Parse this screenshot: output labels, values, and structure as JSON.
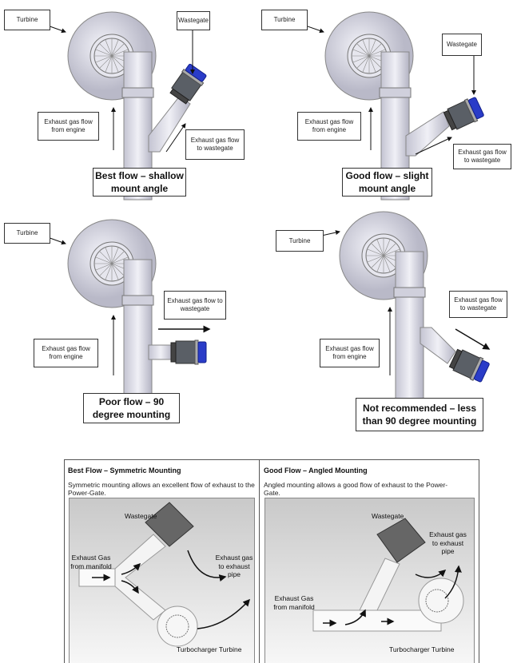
{
  "panels": [
    {
      "turbine": "Turbine",
      "wastegate": "Wastegate",
      "flow_engine": "Exhaust gas flow from engine",
      "flow_wastegate": "Exhaust gas flow to wastegate",
      "caption_l1": "Best flow – shallow",
      "caption_l2": "mount angle"
    },
    {
      "turbine": "Turbine",
      "wastegate": "Wastegate",
      "flow_engine": "Exhaust gas flow from engine",
      "flow_wastegate": "Exhaust gas flow to wastegate",
      "caption_l1": "Good flow – slight",
      "caption_l2": "mount angle"
    },
    {
      "turbine": "Turbine",
      "flow_engine": "Exhaust gas flow from engine",
      "flow_wastegate": "Exhaust gas flow to wastegate",
      "caption_l1": "Poor flow – 90",
      "caption_l2": "degree mounting"
    },
    {
      "turbine": "Turbine",
      "flow_engine": "Exhaust gas flow from engine",
      "flow_wastegate": "Exhaust gas flow to wastegate",
      "caption_l1": "Not recommended – less",
      "caption_l2": "than 90 degree mounting"
    }
  ],
  "bottom": [
    {
      "title": "Best Flow – Symmetric Mounting",
      "description": "Symmetric mounting allows an excellent flow of exhaust to the Power-Gate.",
      "wastegate": "Wastegate",
      "exhaust_in_l1": "Exhaust Gas",
      "exhaust_in_l2": "from manifold",
      "exhaust_out_l1": "Exhaust gas",
      "exhaust_out_l2": "to exhaust",
      "exhaust_out_l3": "pipe",
      "turbine": "Turbocharger Turbine"
    },
    {
      "title": "Good Flow – Angled Mounting",
      "description": "Angled mounting allows a good flow of exhaust to the Power-Gate.",
      "wastegate": "Wastegate",
      "exhaust_in_l1": "Exhaust Gas",
      "exhaust_in_l2": "from manifold",
      "exhaust_out_l1": "Exhaust gas",
      "exhaust_out_l2": "to exhaust",
      "exhaust_out_l3": "pipe",
      "turbine": "Turbocharger Turbine"
    }
  ],
  "colors": {
    "wastegate_blue": "#2a3cc8",
    "housing": "#d9d9e6",
    "valve_body": "#5a5f66"
  }
}
